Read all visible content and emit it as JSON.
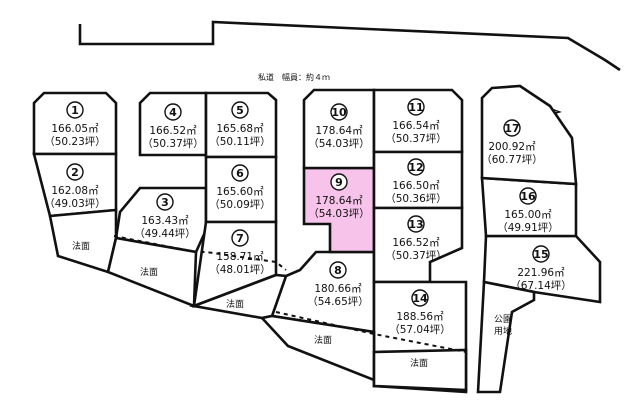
{
  "road_label": "私道　幅員：約４ｍ",
  "slope_label": "法面",
  "park_label": [
    "公園",
    "用地"
  ],
  "highlight_color": "#f7c3ea",
  "north_icon": "north-arrow-icon",
  "lots": [
    {
      "id": "1",
      "num": "①",
      "area": "166.05㎡",
      "tsubo": "（50.23坪）"
    },
    {
      "id": "2",
      "num": "②",
      "area": "162.08㎡",
      "tsubo": "（49.03坪）"
    },
    {
      "id": "3",
      "num": "③",
      "area": "163.43㎡",
      "tsubo": "（49.44坪）"
    },
    {
      "id": "4",
      "num": "④",
      "area": "166.52㎡",
      "tsubo": "（50.37坪）"
    },
    {
      "id": "5",
      "num": "⑤",
      "area": "165.68㎡",
      "tsubo": "（50.11坪）"
    },
    {
      "id": "6",
      "num": "⑥",
      "area": "165.60㎡",
      "tsubo": "（50.09坪）"
    },
    {
      "id": "7",
      "num": "⑦",
      "area": "158.71㎡",
      "tsubo": "（48.01坪）"
    },
    {
      "id": "8",
      "num": "⑧",
      "area": "180.66㎡",
      "tsubo": "（54.65坪）"
    },
    {
      "id": "9",
      "num": "⑨",
      "area": "178.64㎡",
      "tsubo": "（54.03坪）",
      "highlighted": true
    },
    {
      "id": "10",
      "num": "⑩",
      "area": "178.64㎡",
      "tsubo": "（54.03坪）"
    },
    {
      "id": "11",
      "num": "⑪",
      "area": "166.54㎡",
      "tsubo": "（50.37坪）"
    },
    {
      "id": "12",
      "num": "⑫",
      "area": "166.50㎡",
      "tsubo": "（50.36坪）"
    },
    {
      "id": "13",
      "num": "⑬",
      "area": "166.52㎡",
      "tsubo": "（50.37坪）"
    },
    {
      "id": "14",
      "num": "⑭",
      "area": "188.56㎡",
      "tsubo": "（57.04坪）"
    },
    {
      "id": "15",
      "num": "⑮",
      "area": "221.96㎡",
      "tsubo": "（67.14坪）"
    },
    {
      "id": "16",
      "num": "⑯",
      "area": "165.00㎡",
      "tsubo": "（49.91坪）"
    },
    {
      "id": "17",
      "num": "⑰",
      "area": "200.92㎡",
      "tsubo": "（60.77坪）"
    }
  ]
}
